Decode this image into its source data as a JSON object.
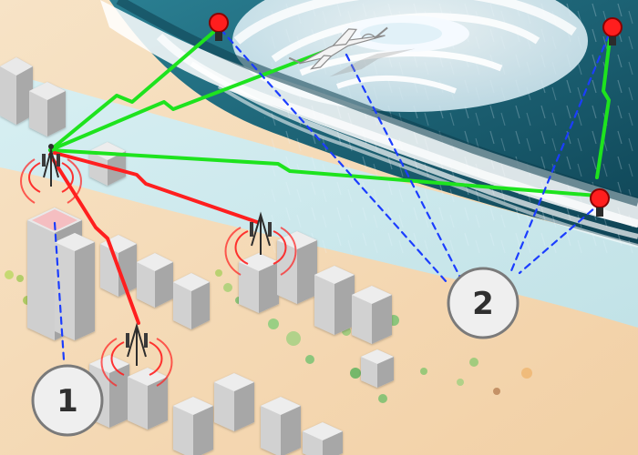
{
  "markers": [
    {
      "id": "1",
      "label": "1"
    },
    {
      "id": "2",
      "label": "2"
    }
  ],
  "colors": {
    "sand": "#f3d9b2",
    "shore": "#cfeaf0",
    "sea_dark": "#0f4d5f",
    "sea_mid": "#1d6d82",
    "wave_white": "#ffffff",
    "building_light": "#d9d9d9",
    "building_dark": "#9d9d9d",
    "green_link": "#1ee31e",
    "red_link": "#ff1f1f",
    "dashed_link": "#1b3dff",
    "sensor_red": "#ff1e1e",
    "marker_fill": "#efefef",
    "marker_stroke": "#7a7a7a"
  },
  "icons": {
    "cell_tower": "cell-tower-icon",
    "drone": "drone-icon",
    "buoy": "buoy-sensor-icon",
    "hurricane": "hurricane-icon",
    "building": "building-icon"
  }
}
